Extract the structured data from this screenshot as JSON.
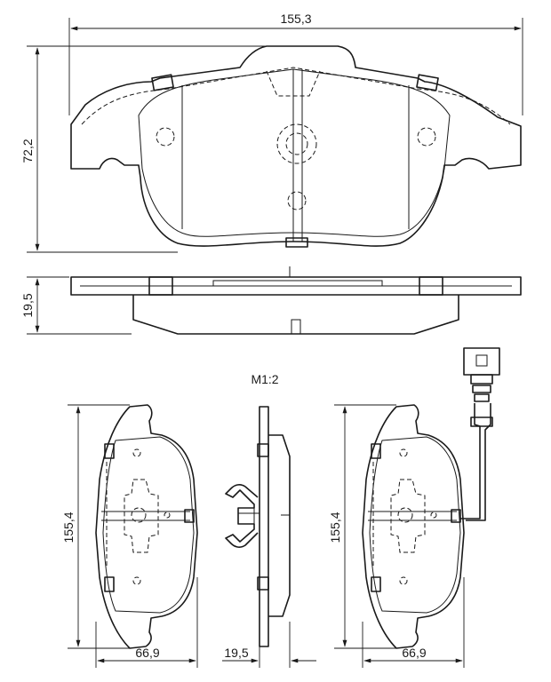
{
  "dimensions": {
    "top_width": "155,3",
    "top_height": "72,2",
    "side_thickness": "19,5",
    "scale": "M1:2",
    "left_pad_height": "155,4",
    "left_pad_width": "66,9",
    "profile_thickness": "19,5",
    "right_pad_height": "155,4",
    "right_pad_width": "66,9"
  }
}
